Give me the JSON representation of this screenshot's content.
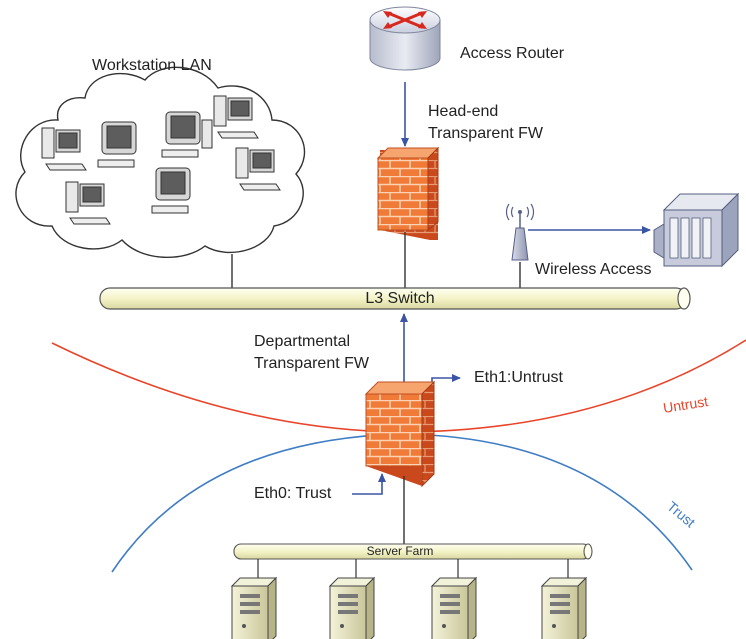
{
  "labels": {
    "workstation_lan": "Workstation LAN",
    "access_router": "Access Router",
    "headend_fw_line1": "Head-end",
    "headend_fw_line2": "Transparent FW",
    "wireless_access": "Wireless Access",
    "l3_switch": "L3 Switch",
    "departmental_fw_line1": "Departmental",
    "departmental_fw_line2": "Transparent FW",
    "eth1": "Eth1:Untrust",
    "eth0": "Eth0: Trust",
    "untrust_zone": "Untrust",
    "trust_zone": "Trust",
    "server_farm": "Server Farm"
  },
  "colors": {
    "untrust_zone": "#e8452a",
    "trust_zone": "#3f7dc4",
    "arrow": "#3b55a5",
    "firewall": "#e8642a",
    "bus": "#f7f6d2"
  }
}
